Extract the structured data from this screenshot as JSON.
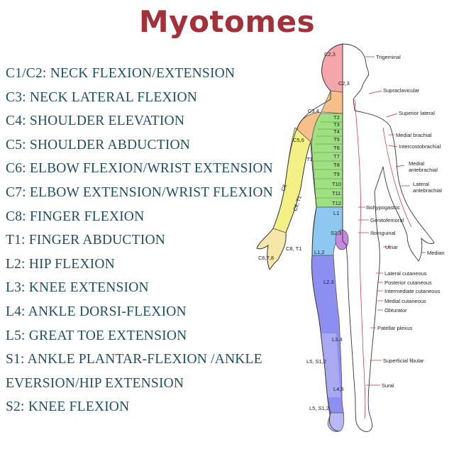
{
  "title": "Myotomes",
  "myotomes": [
    "C1/C2: NECK FLEXION/EXTENSION",
    "C3: NECK LATERAL FLEXION",
    "C4: SHOULDER ELEVATION",
    "C5: SHOULDER ABDUCTION",
    "C6: ELBOW FLEXION/WRIST EXTENSION",
    "C7: ELBOW EXTENSION/WRIST FLEXION",
    "C8: FINGER FLEXION",
    "T1: FINGER ABDUCTION",
    "L2: HIP FLEXION",
    "L3: KNEE EXTENSION",
    "L4: ANKLE DORSI-FLEXION",
    "L5: GREAT TOE EXTENSION",
    "S1: ANKLE PLANTAR-FLEXION /ANKLE",
    "EVERSION/HIP EXTENSION",
    "S2: KNEE FLEXION"
  ],
  "segment_labels": {
    "c23_head": "C2,3",
    "c23_neck": "C2,3",
    "c34": "C3,4",
    "c56": "C5,6",
    "t1": "T1",
    "c6_arm": "C6",
    "c8t1": "C8, T1",
    "c8t1_hand": "C8, T1",
    "c678": "C6,7,8",
    "t2": "T2",
    "t3": "T3",
    "t4": "T4",
    "t5": "T5",
    "t6": "T6",
    "t7": "T7",
    "t8": "T8",
    "t9": "T9",
    "t10": "T10",
    "t11": "T11",
    "t12": "T12",
    "l1": "L1",
    "s23": "S2,3",
    "l12": "L1,2",
    "l23": "L2,3",
    "l34": "L3,4",
    "l5s12": "L5, S1,2",
    "l45": "L4,5",
    "l5s12_foot": "L5, S1,2"
  },
  "nerve_labels": {
    "trigeminal": "Trigeminal",
    "supraclavicular": "Supraclavicular",
    "superior_lateral": "Superior lateral",
    "medial_brachial": "Medial brachial",
    "intercostobrachial": "Intercostobrachial",
    "medial_antebrachial_1": "Medial",
    "medial_antebrachial_2": "antebrachial",
    "lateral_antebrachial_1": "Lateral",
    "lateral_antebrachial_2": "antebrachial",
    "iliohypogastric": "Iliohypogastric",
    "genitofemoral": "Genitofemoral",
    "ilioinguinal": "Ilioinguinal",
    "ulnar": "Ulnar",
    "median": "Median",
    "lateral_cutaneous": "Lateral cutaneous",
    "posterior_cutaneous": "Posterior cutaneous",
    "intermediate_cutaneous": "Intermediate cutaneous",
    "medial_cutaneous": "Medial cutaneous",
    "obturator": "Obturator",
    "patellar_plexus": "Patellar plexus",
    "superficial_fibular": "Superficial fibular",
    "sural": "Sural"
  },
  "colors": {
    "title": "#a3313a",
    "list_text": "#1f4e5f",
    "head": "#f4a6a8",
    "cervical": "#f7c08a",
    "thoracic": "#9fe083",
    "upper_arm": "#f3f086",
    "lumbar": "#8cc8ef",
    "leg": "#8d8ff0",
    "sacral": "#c58ae0",
    "nerve_line": "#c8262b"
  }
}
